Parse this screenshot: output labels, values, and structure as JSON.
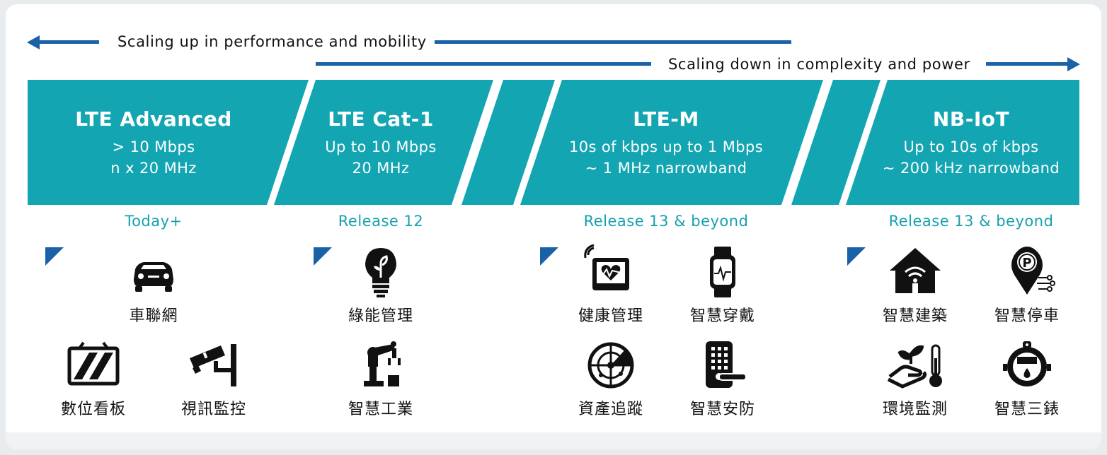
{
  "arrows": {
    "top": "Scaling up in performance and mobility",
    "bottom": "Scaling down in complexity and power"
  },
  "tiers": [
    {
      "name": "LTE Advanced",
      "line1": "> 10 Mbps",
      "line2": "n x 20 MHz",
      "release": "Today+"
    },
    {
      "name": "LTE Cat-1",
      "line1": "Up to 10 Mbps",
      "line2": "20 MHz",
      "release": "Release 12"
    },
    {
      "name": "LTE-M",
      "line1": "10s of kbps up to 1 Mbps",
      "line2": "~ 1 MHz narrowband",
      "release": "Release 13 & beyond"
    },
    {
      "name": "NB-IoT",
      "line1": "Up to 10s of kbps",
      "line2": "~ 200 kHz narrowband",
      "release": "Release 13 & beyond"
    }
  ],
  "apps": {
    "lte_advanced": [
      {
        "label": "車聯網",
        "icon": "car-icon"
      },
      {
        "label": "數位看板",
        "icon": "signboard-icon"
      },
      {
        "label": "視訊監控",
        "icon": "cctv-camera-icon"
      }
    ],
    "lte_cat1": [
      {
        "label": "綠能管理",
        "icon": "eco-bulb-icon"
      },
      {
        "label": "智慧工業",
        "icon": "robot-arm-icon"
      }
    ],
    "lte_m": [
      {
        "label": "健康管理",
        "icon": "heart-monitor-icon"
      },
      {
        "label": "智慧穿戴",
        "icon": "smartwatch-icon"
      },
      {
        "label": "資產追蹤",
        "icon": "radar-icon"
      },
      {
        "label": "智慧安防",
        "icon": "door-lock-icon"
      }
    ],
    "nb_iot": [
      {
        "label": "智慧建築",
        "icon": "smart-home-icon"
      },
      {
        "label": "智慧停車",
        "icon": "parking-pin-icon"
      },
      {
        "label": "環境監測",
        "icon": "plant-thermometer-icon"
      },
      {
        "label": "智慧三錶",
        "icon": "meter-icon"
      }
    ]
  },
  "colors": {
    "banner": "#13a5b1",
    "arrow": "#1a62a8",
    "release": "#16a0b0",
    "corner": "#1a62a8"
  }
}
